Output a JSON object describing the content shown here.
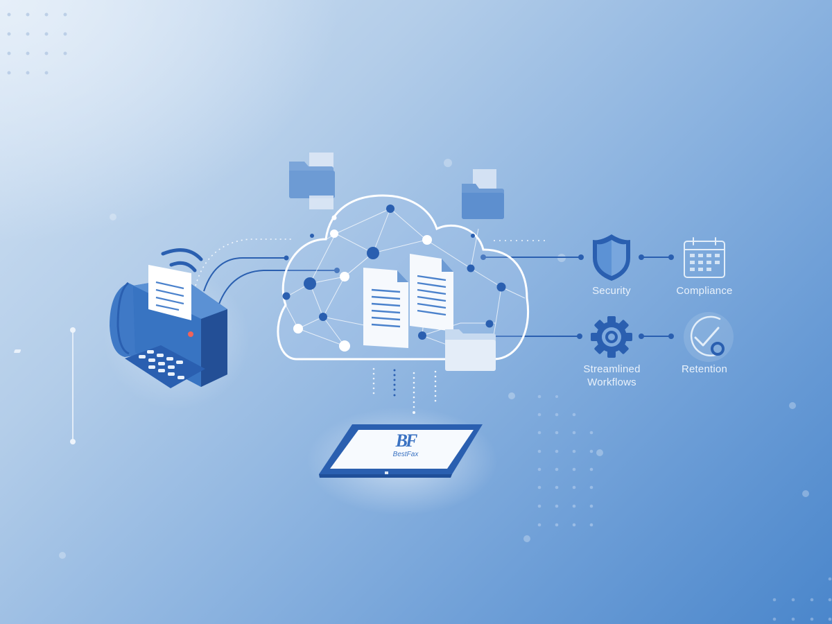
{
  "scene": {
    "title": "Cloud fax workflow illustration",
    "colors": {
      "background_light": "#e6eff9",
      "background_dark": "#4a86cb",
      "primary_blue": "#2a5fb0",
      "mid_blue": "#4b82cc",
      "light_line": "#ffffff",
      "fax_indicator": "#f0635a"
    }
  },
  "devices": {
    "fax_machine": {
      "icon": "fax-machine-icon"
    },
    "tablet": {
      "icon": "tablet-icon",
      "logo_mark": "BF",
      "logo_text": "BestFax"
    }
  },
  "cloud": {
    "icon": "cloud-network-icon",
    "documents": 2,
    "folders_floating": 3
  },
  "features": [
    {
      "label": "Security",
      "icon": "shield-icon"
    },
    {
      "label": "Compliance",
      "icon": "calendar-icon"
    },
    {
      "label": "Streamlined Workflows",
      "label_line1": "Streamlined",
      "label_line2": "Workflows",
      "icon": "gear-icon"
    },
    {
      "label": "Retention",
      "icon": "retention-check-icon"
    }
  ]
}
